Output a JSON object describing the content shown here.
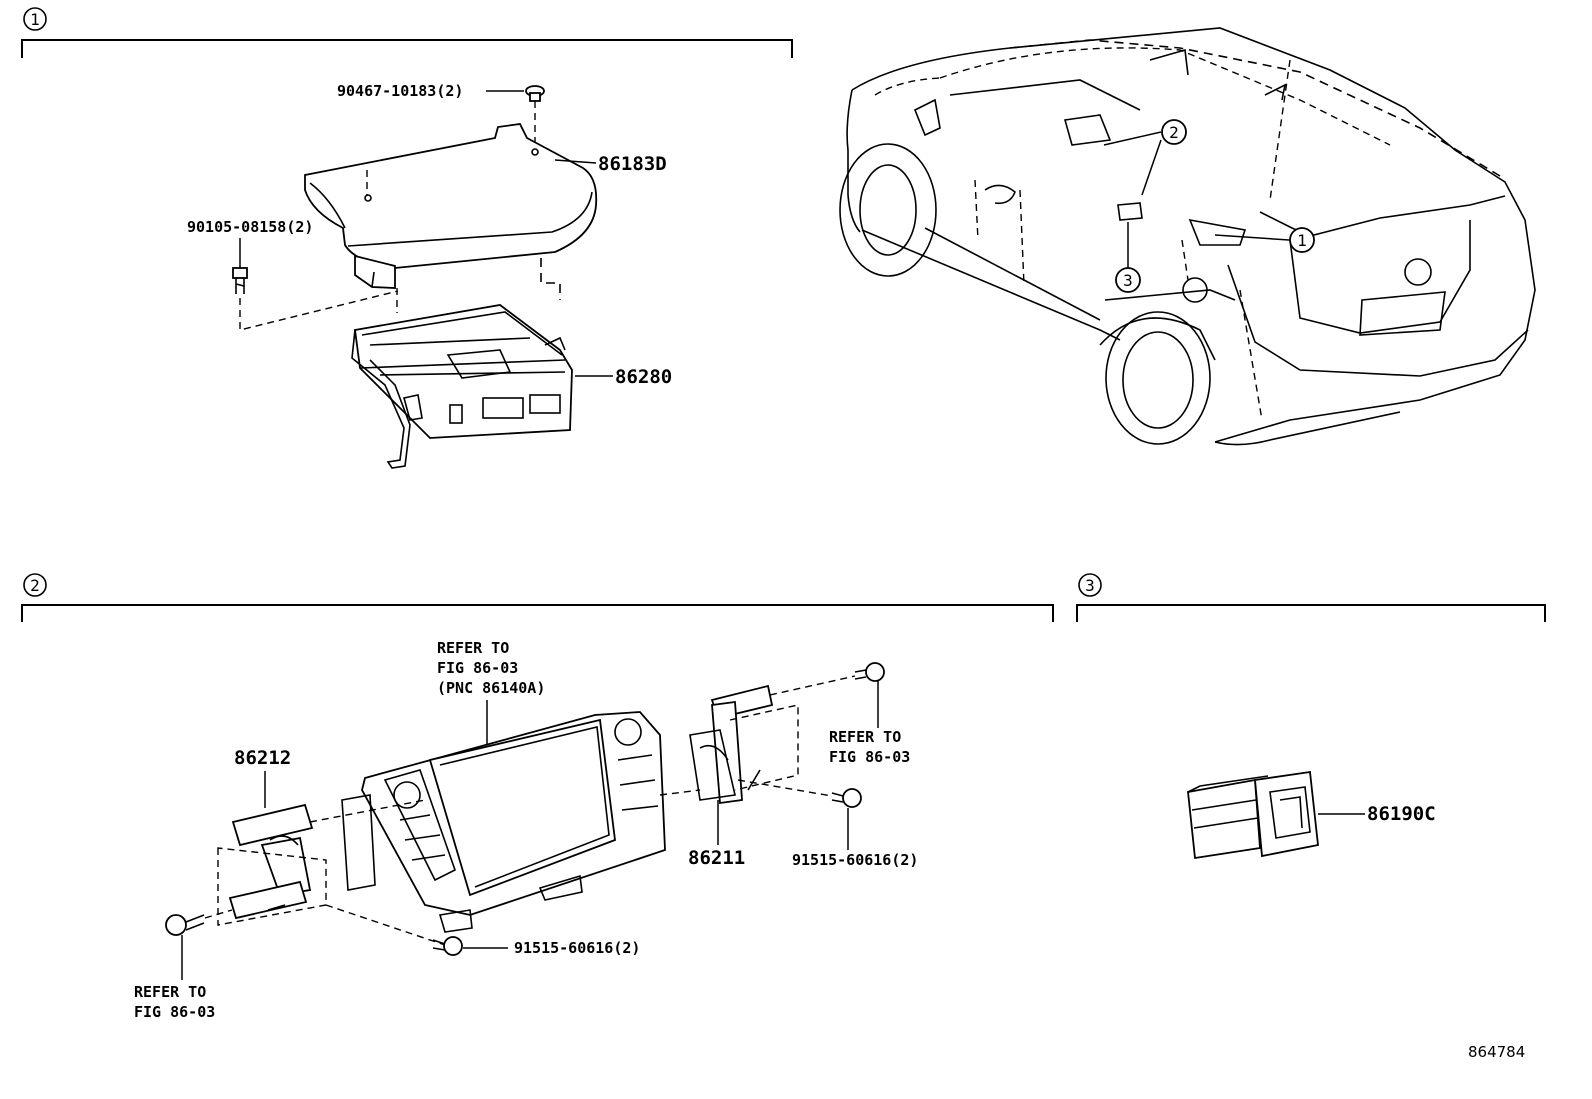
{
  "callouts": {
    "c1": "1",
    "c2": "2",
    "c3": "3"
  },
  "group1": {
    "clip": "90467-10183(2)",
    "cover": "86183D",
    "bolt": "90105-08158(2)",
    "amplifier": "86280"
  },
  "group2": {
    "refer_top_1": "REFER TO",
    "refer_top_2": "FIG 86-03",
    "refer_top_3": "(PNC 86140A)",
    "bracket_left": "86212",
    "bracket_right": "86211",
    "refer_right_1": "REFER TO",
    "refer_right_2": "FIG 86-03",
    "screw_right": "91515-60616(2)",
    "screw_bottom": "91515-60616(2)",
    "refer_left_1": "REFER TO",
    "refer_left_2": "FIG 86-03"
  },
  "group3": {
    "module": "86190C"
  },
  "figure_id": "864784"
}
